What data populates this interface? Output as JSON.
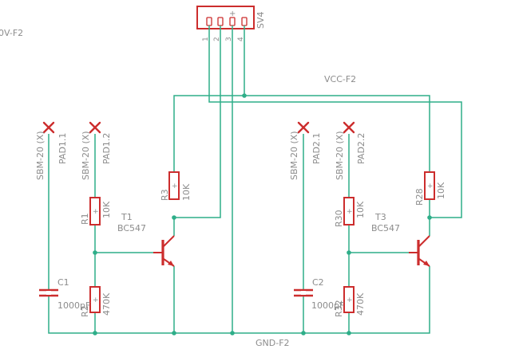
{
  "colors": {
    "wire": "#2fae89",
    "part": "#cc2d2d",
    "label": "#8c8c8c",
    "background": "#ffffff"
  },
  "nets": {
    "left_edge": "0V-F2",
    "vcc": "VCC-F2",
    "gnd": "GND-F2"
  },
  "connector": {
    "name": "SV4",
    "pins": [
      "1",
      "2",
      "3",
      "4"
    ],
    "plus_mark": "+"
  },
  "pads": [
    {
      "name": "PAD1.1",
      "value": "SBM-20 (X)"
    },
    {
      "name": "PAD1.2",
      "value": "SBM-20 (X)"
    },
    {
      "name": "PAD2.1",
      "value": "SBM-20 (X)"
    },
    {
      "name": "PAD2.2",
      "value": "SBM-20 (X)"
    }
  ],
  "resistors": [
    {
      "name": "R3",
      "value": "10K"
    },
    {
      "name": "R1",
      "value": "10K"
    },
    {
      "name": "R2",
      "value": "470K"
    },
    {
      "name": "R30",
      "value": "10K"
    },
    {
      "name": "R32",
      "value": "470K"
    },
    {
      "name": "R28",
      "value": "10K"
    }
  ],
  "capacitors": [
    {
      "name": "C1",
      "value": "1000pF"
    },
    {
      "name": "C2",
      "value": "1000pF"
    }
  ],
  "transistors": [
    {
      "name": "T1",
      "value": "BC547"
    },
    {
      "name": "T3",
      "value": "BC547"
    }
  ]
}
